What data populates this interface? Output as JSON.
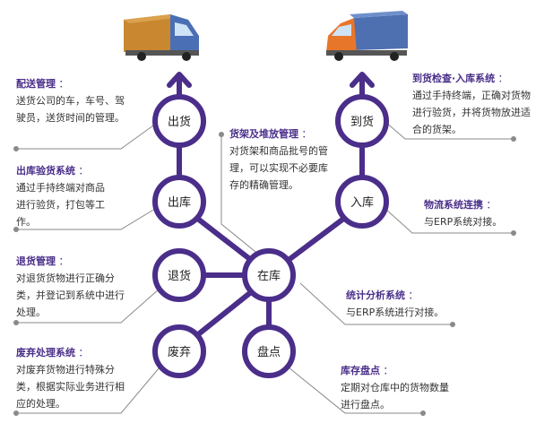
{
  "colors": {
    "purple": "#4a2e8a",
    "node_fill": "#ffffff",
    "leader_line": "#8a8a8a",
    "title_text": "#4a2e8a",
    "body_text": "#333333",
    "truck_left_cargo": "#c9882f",
    "truck_left_cab": "#4a6fb5",
    "truck_right_cargo": "#4e6fb0",
    "truck_right_cab": "#e8762a"
  },
  "icons": {
    "truck_left": "delivery-truck-icon",
    "truck_right": "delivery-truck-icon"
  },
  "nodes": {
    "chuhuo": "出货",
    "chuku": "出库",
    "tuihuo": "退货",
    "feiqi": "废弃",
    "zaiku": "在库",
    "pandian": "盘点",
    "daohuo": "到货",
    "ruku": "入库"
  },
  "notes": {
    "peisong": {
      "title": "配送管理",
      "body": "送货公司的车，车号、驾驶员，送货时间的管理。"
    },
    "chukuyanhuo": {
      "title": "出库验货系统",
      "body": "通过手持终端对商品进行验货，打包等工作。"
    },
    "tuihuoguanli": {
      "title": "退货管理",
      "body": "对退货货物进行正确分类，并登记到系统中进行处理。"
    },
    "feiqichuli": {
      "title": "废弃处理系统",
      "body": "对废弃货物进行特殊分类，根据实际业务进行相应的处理。"
    },
    "huojia": {
      "title": "货架及堆放管理",
      "body": "对货架和商品批号的管理，可以实现不必要库存的精确管理。"
    },
    "daohuojiancha": {
      "title": "到货检查·入库系统",
      "body": "通过手持终端，正确对货物进行验货，并将货物放进适合的货架。"
    },
    "wuliu": {
      "title": "物流系统连携",
      "body": "与ERP系统对接。"
    },
    "tongji": {
      "title": "统计分析系统",
      "body": "与ERP系统进行对接。"
    },
    "kucun": {
      "title": "库存盘点",
      "body": "定期对仓库中的货物数量进行盘点。"
    }
  }
}
